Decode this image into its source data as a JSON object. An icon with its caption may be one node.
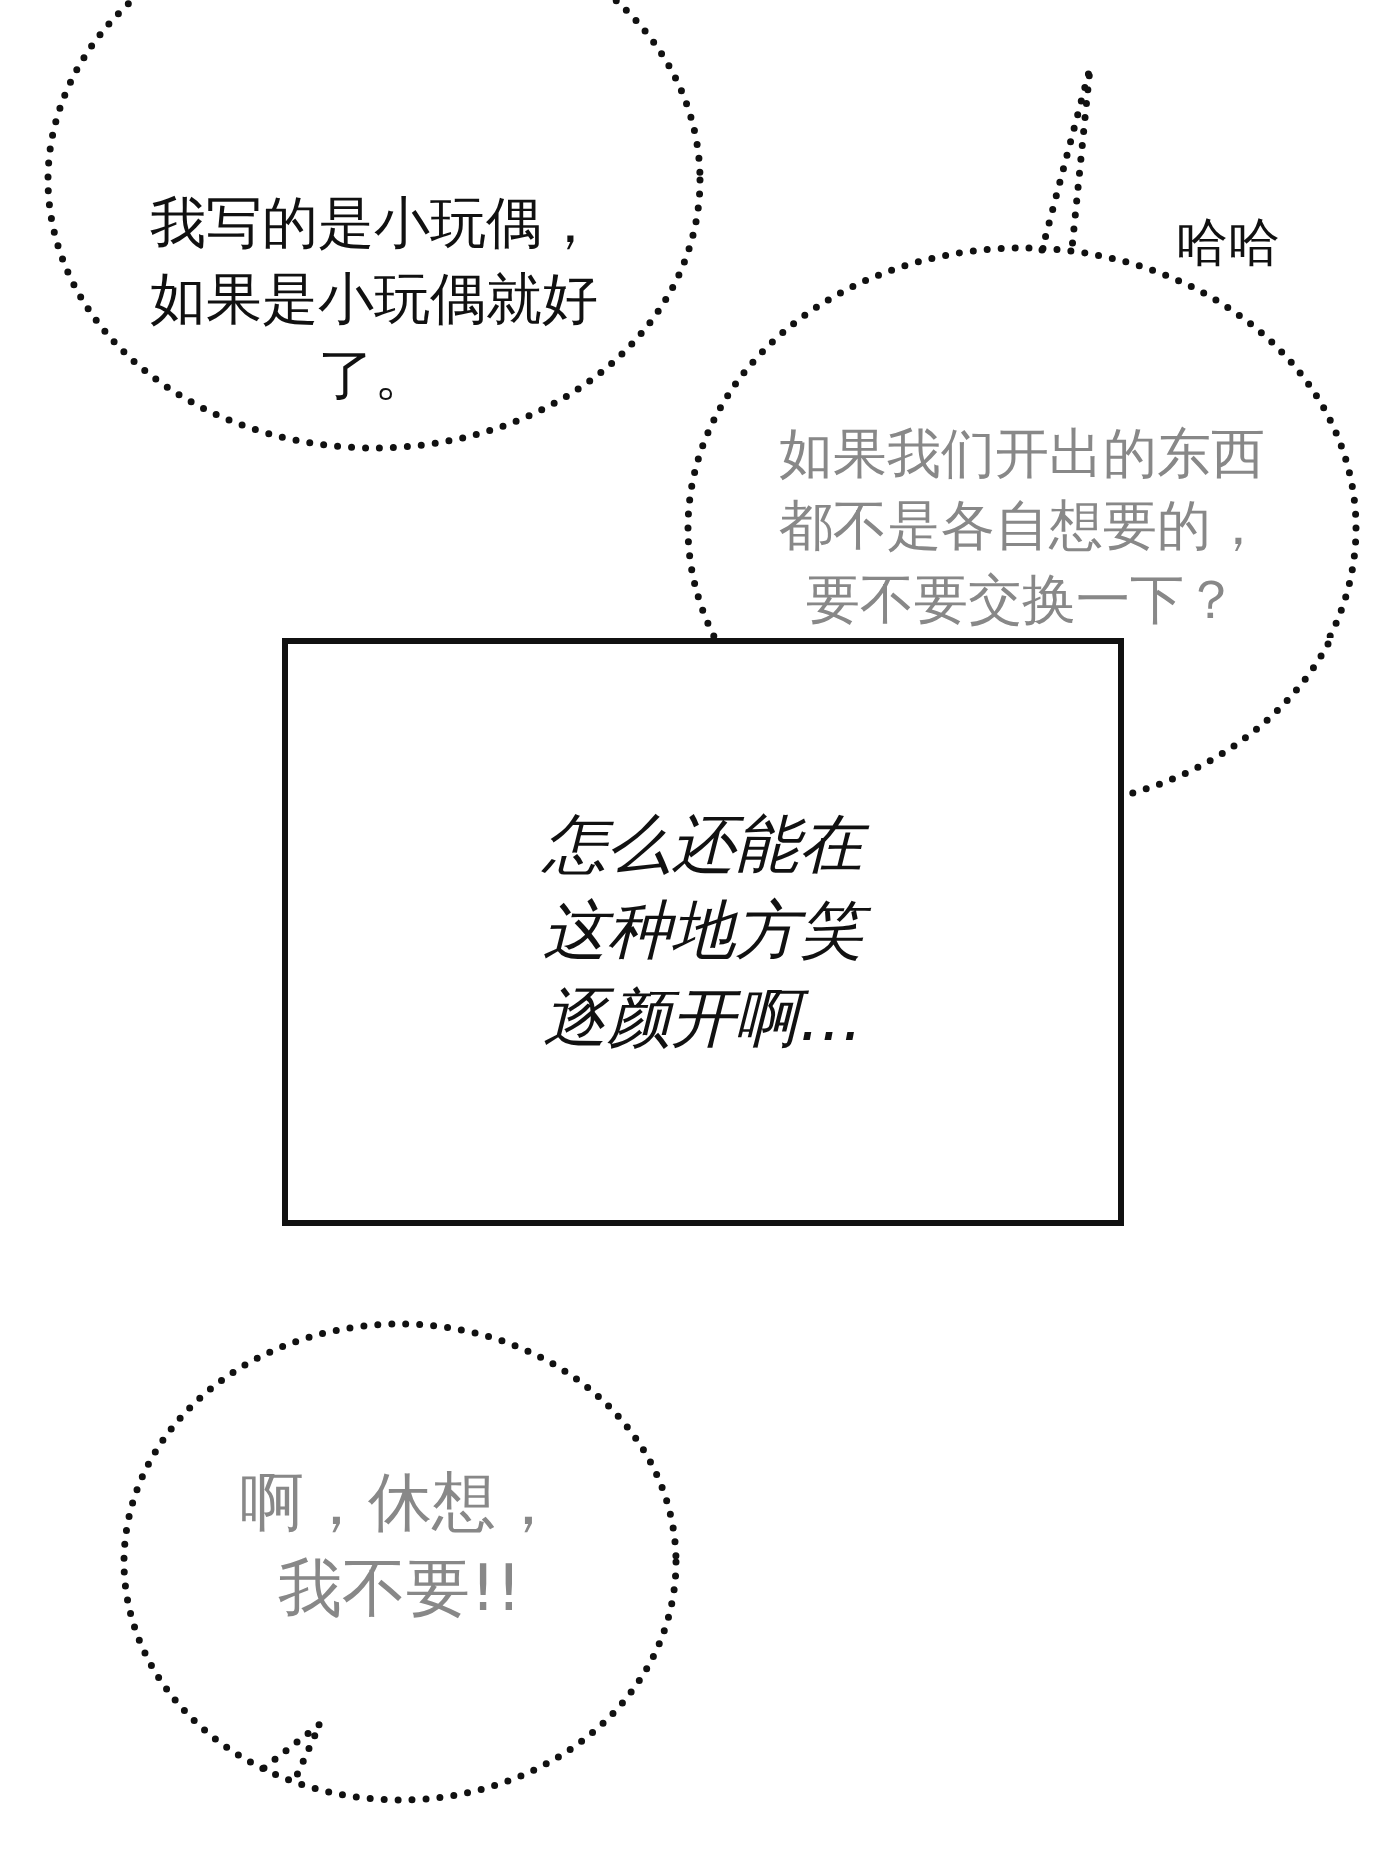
{
  "diagram": {
    "nodes": [
      {
        "text": [
          "我写的是小玩偶，如果是小玩偶就好了。"
        ]
      },
      {
        "text": [
          "如果我们开出的东西都不是各自想要的，要不要交换一下？"
        ]
      },
      {
        "text": [
          "怎么还能在这种地方笑逐颜开啊…"
        ]
      },
      {
        "text": [
          "啊，休想，我不要!!"
        ]
      }
    ],
    "labels": [
      "哈哈"
    ]
  }
}
